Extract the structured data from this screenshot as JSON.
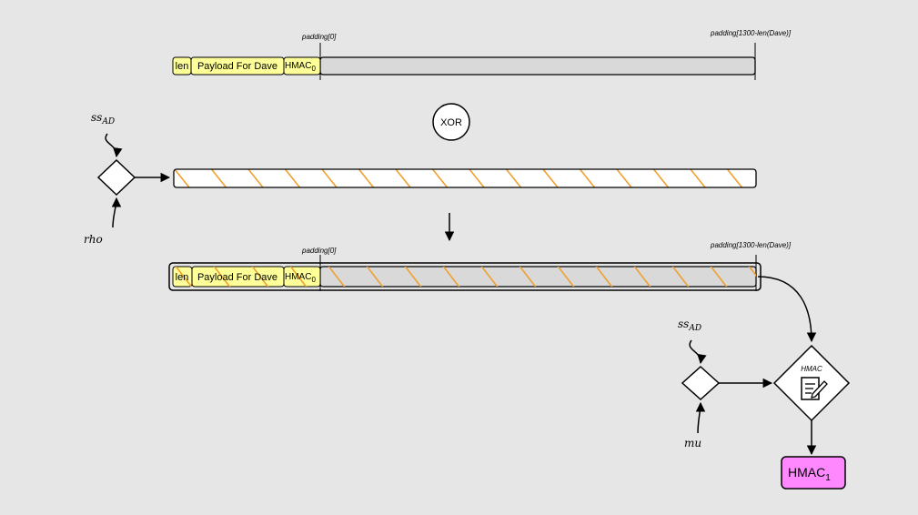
{
  "colors": {
    "background": "#e6e6e6",
    "field_yellow": "#ffff99",
    "padding_gray": "#d9d9d9",
    "stream_stripe": "#f0a030",
    "hmac_output_pink": "#ff88ff"
  },
  "top_packet": {
    "marker_start": "padding[0]",
    "marker_end": "padding[1300-len(Dave)]",
    "field_len": "len",
    "field_payload": "Payload For Dave",
    "field_hmac": "HMAC",
    "field_hmac_sub": "0"
  },
  "xor_label": "XOR",
  "key_derivation": {
    "secret": "ss",
    "secret_sub": "AD",
    "key_type": "rho"
  },
  "result_packet": {
    "marker_start": "padding[0]",
    "marker_end": "padding[1300-len(Dave)]",
    "field_len": "len",
    "field_payload": "Payload For Dave",
    "field_hmac": "HMAC",
    "field_hmac_sub": "0"
  },
  "mac_derivation": {
    "secret": "ss",
    "secret_sub": "AD",
    "key_type": "mu",
    "hmac_label": "HMAC"
  },
  "output": {
    "label": "HMAC",
    "sub": "1"
  }
}
